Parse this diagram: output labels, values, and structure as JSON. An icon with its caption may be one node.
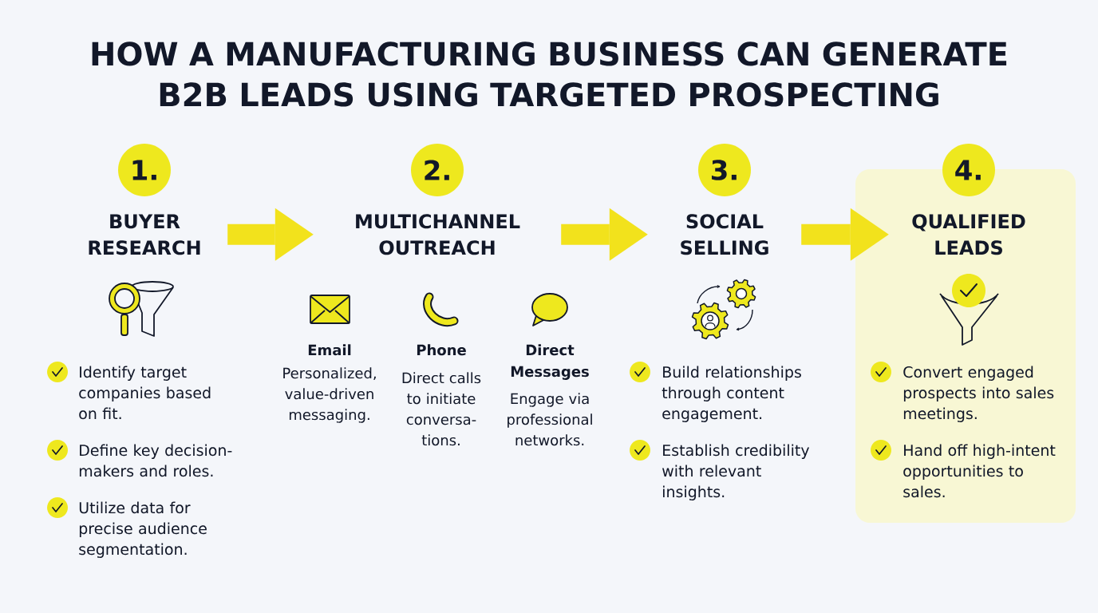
{
  "diagram": {
    "title": "HOW A MANUFACTURING BUSINESS CAN GENERATE B2B LEADS USING TARGETED PROSPECTING",
    "nodes": [
      {
        "text": [
          "1."
        ]
      },
      {
        "text": [
          "BUYER RESEARCH"
        ]
      },
      {
        "text": [
          "2."
        ]
      },
      {
        "text": [
          "MULTICHANNEL OUTREACH"
        ]
      },
      {
        "text": [
          "3."
        ]
      },
      {
        "text": [
          "SOCIAL SELLING"
        ]
      },
      {
        "text": [
          "4."
        ]
      },
      {
        "text": [
          "Convert engaged prospects into sales meetings.",
          "Hand off high-intent opportunities to sales."
        ]
      },
      {
        "text": [
          "QUALIFIED LEADS"
        ],
        "in": 7
      }
    ],
    "edges": [
      {
        "from": 1,
        "to": 3,
        "arrow": "to"
      },
      {
        "from": 3,
        "to": 5,
        "arrow": "to"
      },
      {
        "from": 5,
        "to": 8,
        "arrow": "to"
      }
    ],
    "labels": [
      "Identify target companies based on fit.",
      "Define key decision-makers and roles.",
      "Utilize data for precise audience segmentation.",
      "Email",
      "Personalized, value-driven messaging.",
      "Phone",
      "Direct calls to initiate conversa-tions.",
      "Direct Messages",
      "Engage via professional networks.",
      "Build relationships through content engagement.",
      "Establish credibility with relevant insights."
    ]
  }
}
